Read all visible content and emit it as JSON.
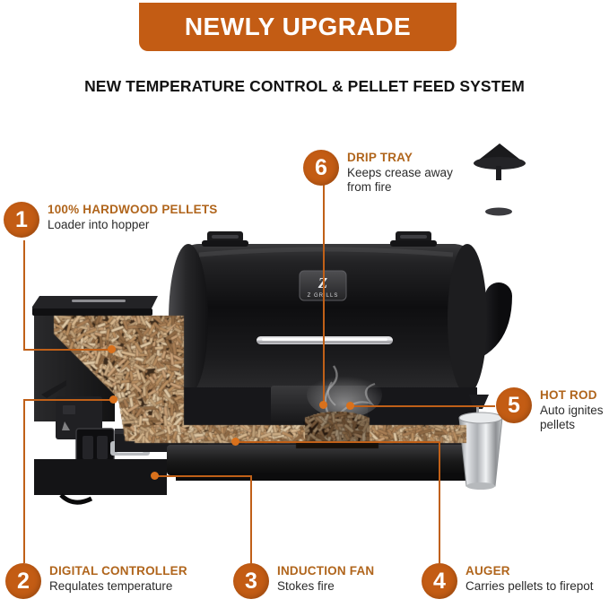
{
  "header": {
    "banner_text": "NEWLY UPGRADE",
    "subtitle": "NEW TEMPERATURE CONTROL & PELLET FEED SYSTEM",
    "banner_color": "#C35C14",
    "title_color": "#B0651C"
  },
  "product": {
    "brand_logo_text": "Z GRILLS",
    "brand_mark": "Z",
    "body_color": "#151515",
    "accent_color": "#C06018"
  },
  "callouts": [
    {
      "number": "1",
      "title": "100% HARDWOOD PELLETS",
      "desc": "Loader into hopper"
    },
    {
      "number": "2",
      "title": "DIGITAL CONTROLLER",
      "desc": "Requlates temperature"
    },
    {
      "number": "3",
      "title": "INDUCTION FAN",
      "desc": "Stokes fire"
    },
    {
      "number": "4",
      "title": "AUGER",
      "desc": "Carries pellets to firepot"
    },
    {
      "number": "5",
      "title": "HOT ROD",
      "desc": "Auto ignites pellets"
    },
    {
      "number": "6",
      "title": "DRIP TRAY",
      "desc": "Keeps crease away from fire"
    }
  ]
}
